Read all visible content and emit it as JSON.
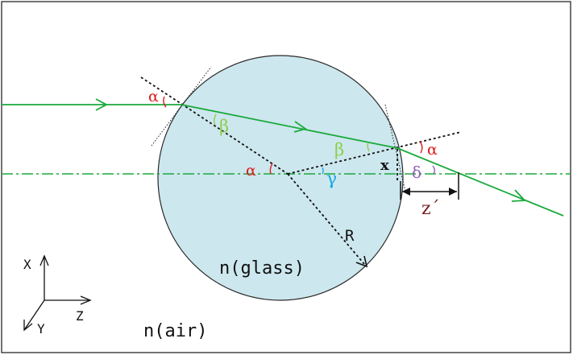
{
  "colors": {
    "ray": "#1aaa3c",
    "axis": "#1aaa3c",
    "sphere_fill": "#cde7ee",
    "sphere_stroke": "#2a2a2a",
    "alpha": "#e01b1b",
    "beta": "#8ccf4a",
    "gamma": "#1ba7e6",
    "delta": "#8b5fb8",
    "distance": "#7a1f1f",
    "black": "#111111"
  },
  "labels": {
    "alpha_top": "α",
    "beta_top": "β",
    "alpha_center": "α",
    "beta_inner": "β",
    "gamma": "γ",
    "x_height": "x",
    "delta": "δ",
    "alpha_exit": "α",
    "z_prime": "z´",
    "radius": "R",
    "glass": "n(glass)",
    "air": "n(air)",
    "axis_x": "X",
    "axis_y": "Y",
    "axis_z": "Z"
  }
}
